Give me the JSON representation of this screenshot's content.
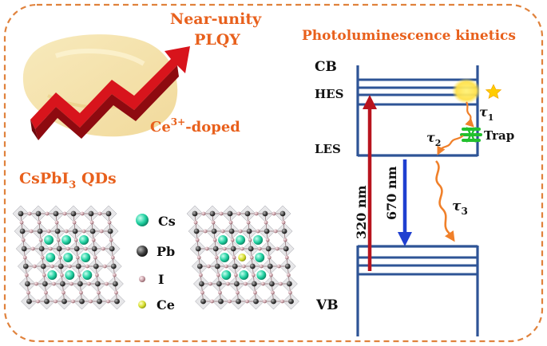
{
  "headline": {
    "line1": "Near-unity",
    "line2": "PLQY",
    "dopant_prefix": "Ce",
    "dopant_sup": "3+",
    "dopant_suffix": "-doped",
    "qd_prefix": "CsPbI",
    "qd_sub": "3",
    "qd_suffix": " QDs"
  },
  "kinetics_title": "Photoluminescence kinetics",
  "legend": {
    "cs": "Cs",
    "pb": "Pb",
    "i": "I",
    "ce": "Ce"
  },
  "levels": {
    "cb": "CB",
    "hes": "HES",
    "les": "LES",
    "vb": "VB",
    "trap": "Trap"
  },
  "arrows": {
    "excitation": "320 nm",
    "emission": "670 nm"
  },
  "tau": {
    "symbol": "τ",
    "t1": "1",
    "t2": "2",
    "t3": "3"
  },
  "colors": {
    "border": "#e0823c",
    "title": "#e8601c",
    "band": "#2e5496",
    "excitation": "#b8141e",
    "emission": "#1f3fd0",
    "decay": "#f0802a",
    "trap": "#22c02e",
    "cs": "#1fd0a0",
    "pb": "#404040",
    "i": "#c8a0a8",
    "ce": "#d8e030"
  }
}
